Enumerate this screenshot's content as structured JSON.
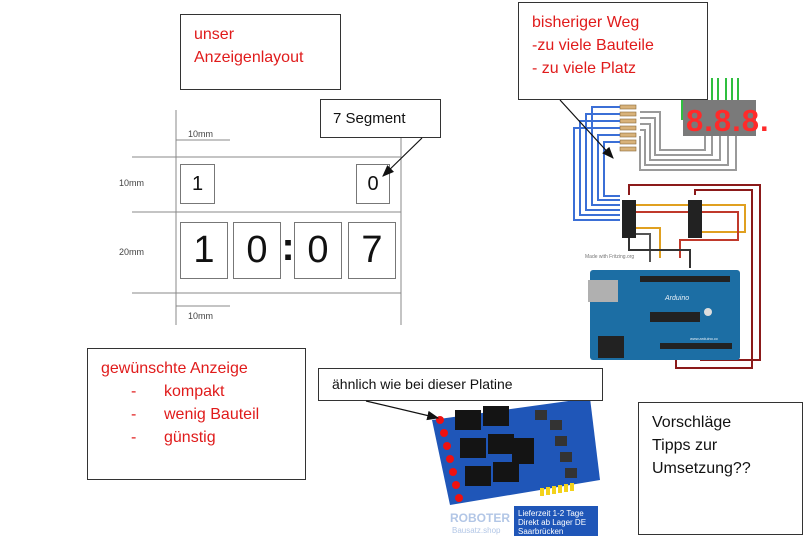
{
  "layout_note": {
    "lines": [
      "unser",
      "Anzeigenlayout"
    ],
    "color": "#e01b1b"
  },
  "segment_note": {
    "text": "7 Segment"
  },
  "drawing": {
    "dim_top": "10mm",
    "dim_bottom": "10mm",
    "dim_left_small": "10mm",
    "dim_left_large": "20mm",
    "small_left_digit": "1",
    "small_right_digit": "0",
    "digits": [
      "1",
      "0",
      "0",
      "7"
    ],
    "colon": ":"
  },
  "previous_way": {
    "lines": [
      "bisheriger Weg",
      "-zu viele Bauteile",
      "- zu viele Platz"
    ],
    "color": "#e01b1b"
  },
  "breadboard": {
    "display_text": "8.8.8.",
    "credit": "Made with Fritzing.org",
    "arduino_label": "Arduino",
    "arduino_site": "www.arduino.cc"
  },
  "desired_display": {
    "title": "gewünschte Anzeige",
    "bullets": [
      "kompakt",
      "wenig Bauteil",
      "günstig"
    ],
    "bullet_marker": "-",
    "color": "#e01b1b"
  },
  "similar_note": {
    "text": "ähnlich wie bei dieser Platine"
  },
  "board_photo": {
    "shop_logo": "ROBOTER",
    "shop_sub": "Bausatz.shop",
    "banner_lines": [
      "Lieferzeit 1-2 Tage",
      "Direkt ab Lager DE",
      "Saarbrücken"
    ]
  },
  "suggestions": {
    "lines": [
      "Vorschläge",
      "Tipps zur",
      "Umsetzung??"
    ]
  }
}
